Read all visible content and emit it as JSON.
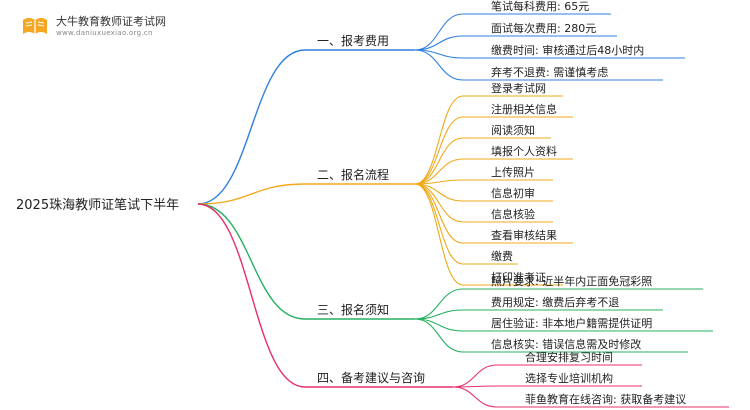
{
  "logo": {
    "cn": "大牛教育教师证考试网",
    "en": "www.daniuxuexiao.org.cn"
  },
  "root": "2025珠海教师证笔试下半年",
  "branches": [
    {
      "label": "一、报考费用",
      "color": "#2f7fe0",
      "children": [
        "笔试每科费用: 65元",
        "面试每次费用: 280元",
        "缴费时间: 审核通过后48小时内",
        "弃考不退费: 需谨慎考虑"
      ]
    },
    {
      "label": "二、报名流程",
      "color": "#f0a818",
      "children": [
        "登录考试网",
        "注册相关信息",
        "阅读须知",
        "填报个人资料",
        "上传照片",
        "信息初审",
        "信息核验",
        "查看审核结果",
        "缴费",
        "打印准考证"
      ]
    },
    {
      "label": "三、报名须知",
      "color": "#27b060",
      "children": [
        "照片要求: 近半年内正面免冠彩照",
        "费用规定: 缴费后弃考不退",
        "居住验证: 非本地户籍需提供证明",
        "信息核实: 错误信息需及时修改"
      ]
    },
    {
      "label": "四、备考建议与咨询",
      "color": "#e8306a",
      "children": [
        "合理安排复习时间",
        "选择专业培训机构",
        "菲鱼教育在线咨询: 获取备考建议"
      ]
    }
  ]
}
